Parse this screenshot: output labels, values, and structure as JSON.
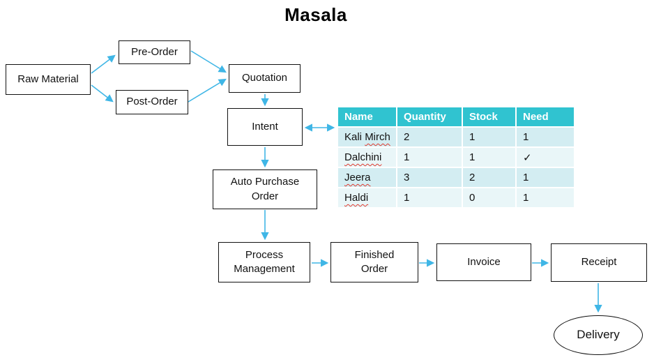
{
  "title": "Masala",
  "colors": {
    "connector_blue": "#3fb6e6",
    "table_header_teal": "#30c3d0",
    "table_row_odd": "#d3edf2",
    "table_row_even": "#e9f6f8",
    "squiggle_red": "#e0392e",
    "shape_border": "#111111"
  },
  "nodes": {
    "raw_material": {
      "label": "Raw Material"
    },
    "pre_order": {
      "label": "Pre-Order"
    },
    "post_order": {
      "label": "Post-Order"
    },
    "quotation": {
      "label": "Quotation"
    },
    "intent": {
      "label": "Intent"
    },
    "auto_purchase_order": {
      "label": "Auto Purchase\nOrder"
    },
    "process_management": {
      "label": "Process\nManagement"
    },
    "finished_order": {
      "label": "Finished\nOrder"
    },
    "invoice": {
      "label": "Invoice"
    },
    "receipt": {
      "label": "Receipt"
    },
    "delivery": {
      "label": "Delivery"
    }
  },
  "table": {
    "headers": [
      "Name",
      "Quantity",
      "Stock",
      "Need"
    ],
    "rows": [
      {
        "name_prefix": "Kali ",
        "name_wavy": "Mirch",
        "quantity": "2",
        "stock": "1",
        "need": "1"
      },
      {
        "name_prefix": "",
        "name_wavy": "Dalchini",
        "quantity": "1",
        "stock": "1",
        "need": "✓"
      },
      {
        "name_prefix": "",
        "name_wavy": "Jeera",
        "quantity": "3",
        "stock": "2",
        "need": "1"
      },
      {
        "name_prefix": "",
        "name_wavy": "Haldi",
        "quantity": "1",
        "stock": "0",
        "need": "1"
      }
    ]
  },
  "chart_data": {
    "type": "table",
    "title": "Masala",
    "categories": [
      "Kali Mirch",
      "Dalchini",
      "Jeera",
      "Haldi"
    ],
    "series": [
      {
        "name": "Quantity",
        "values": [
          2,
          1,
          3,
          1
        ]
      },
      {
        "name": "Stock",
        "values": [
          1,
          1,
          2,
          0
        ]
      },
      {
        "name": "Need",
        "values": [
          "1",
          "✓",
          "1",
          "1"
        ]
      }
    ]
  }
}
